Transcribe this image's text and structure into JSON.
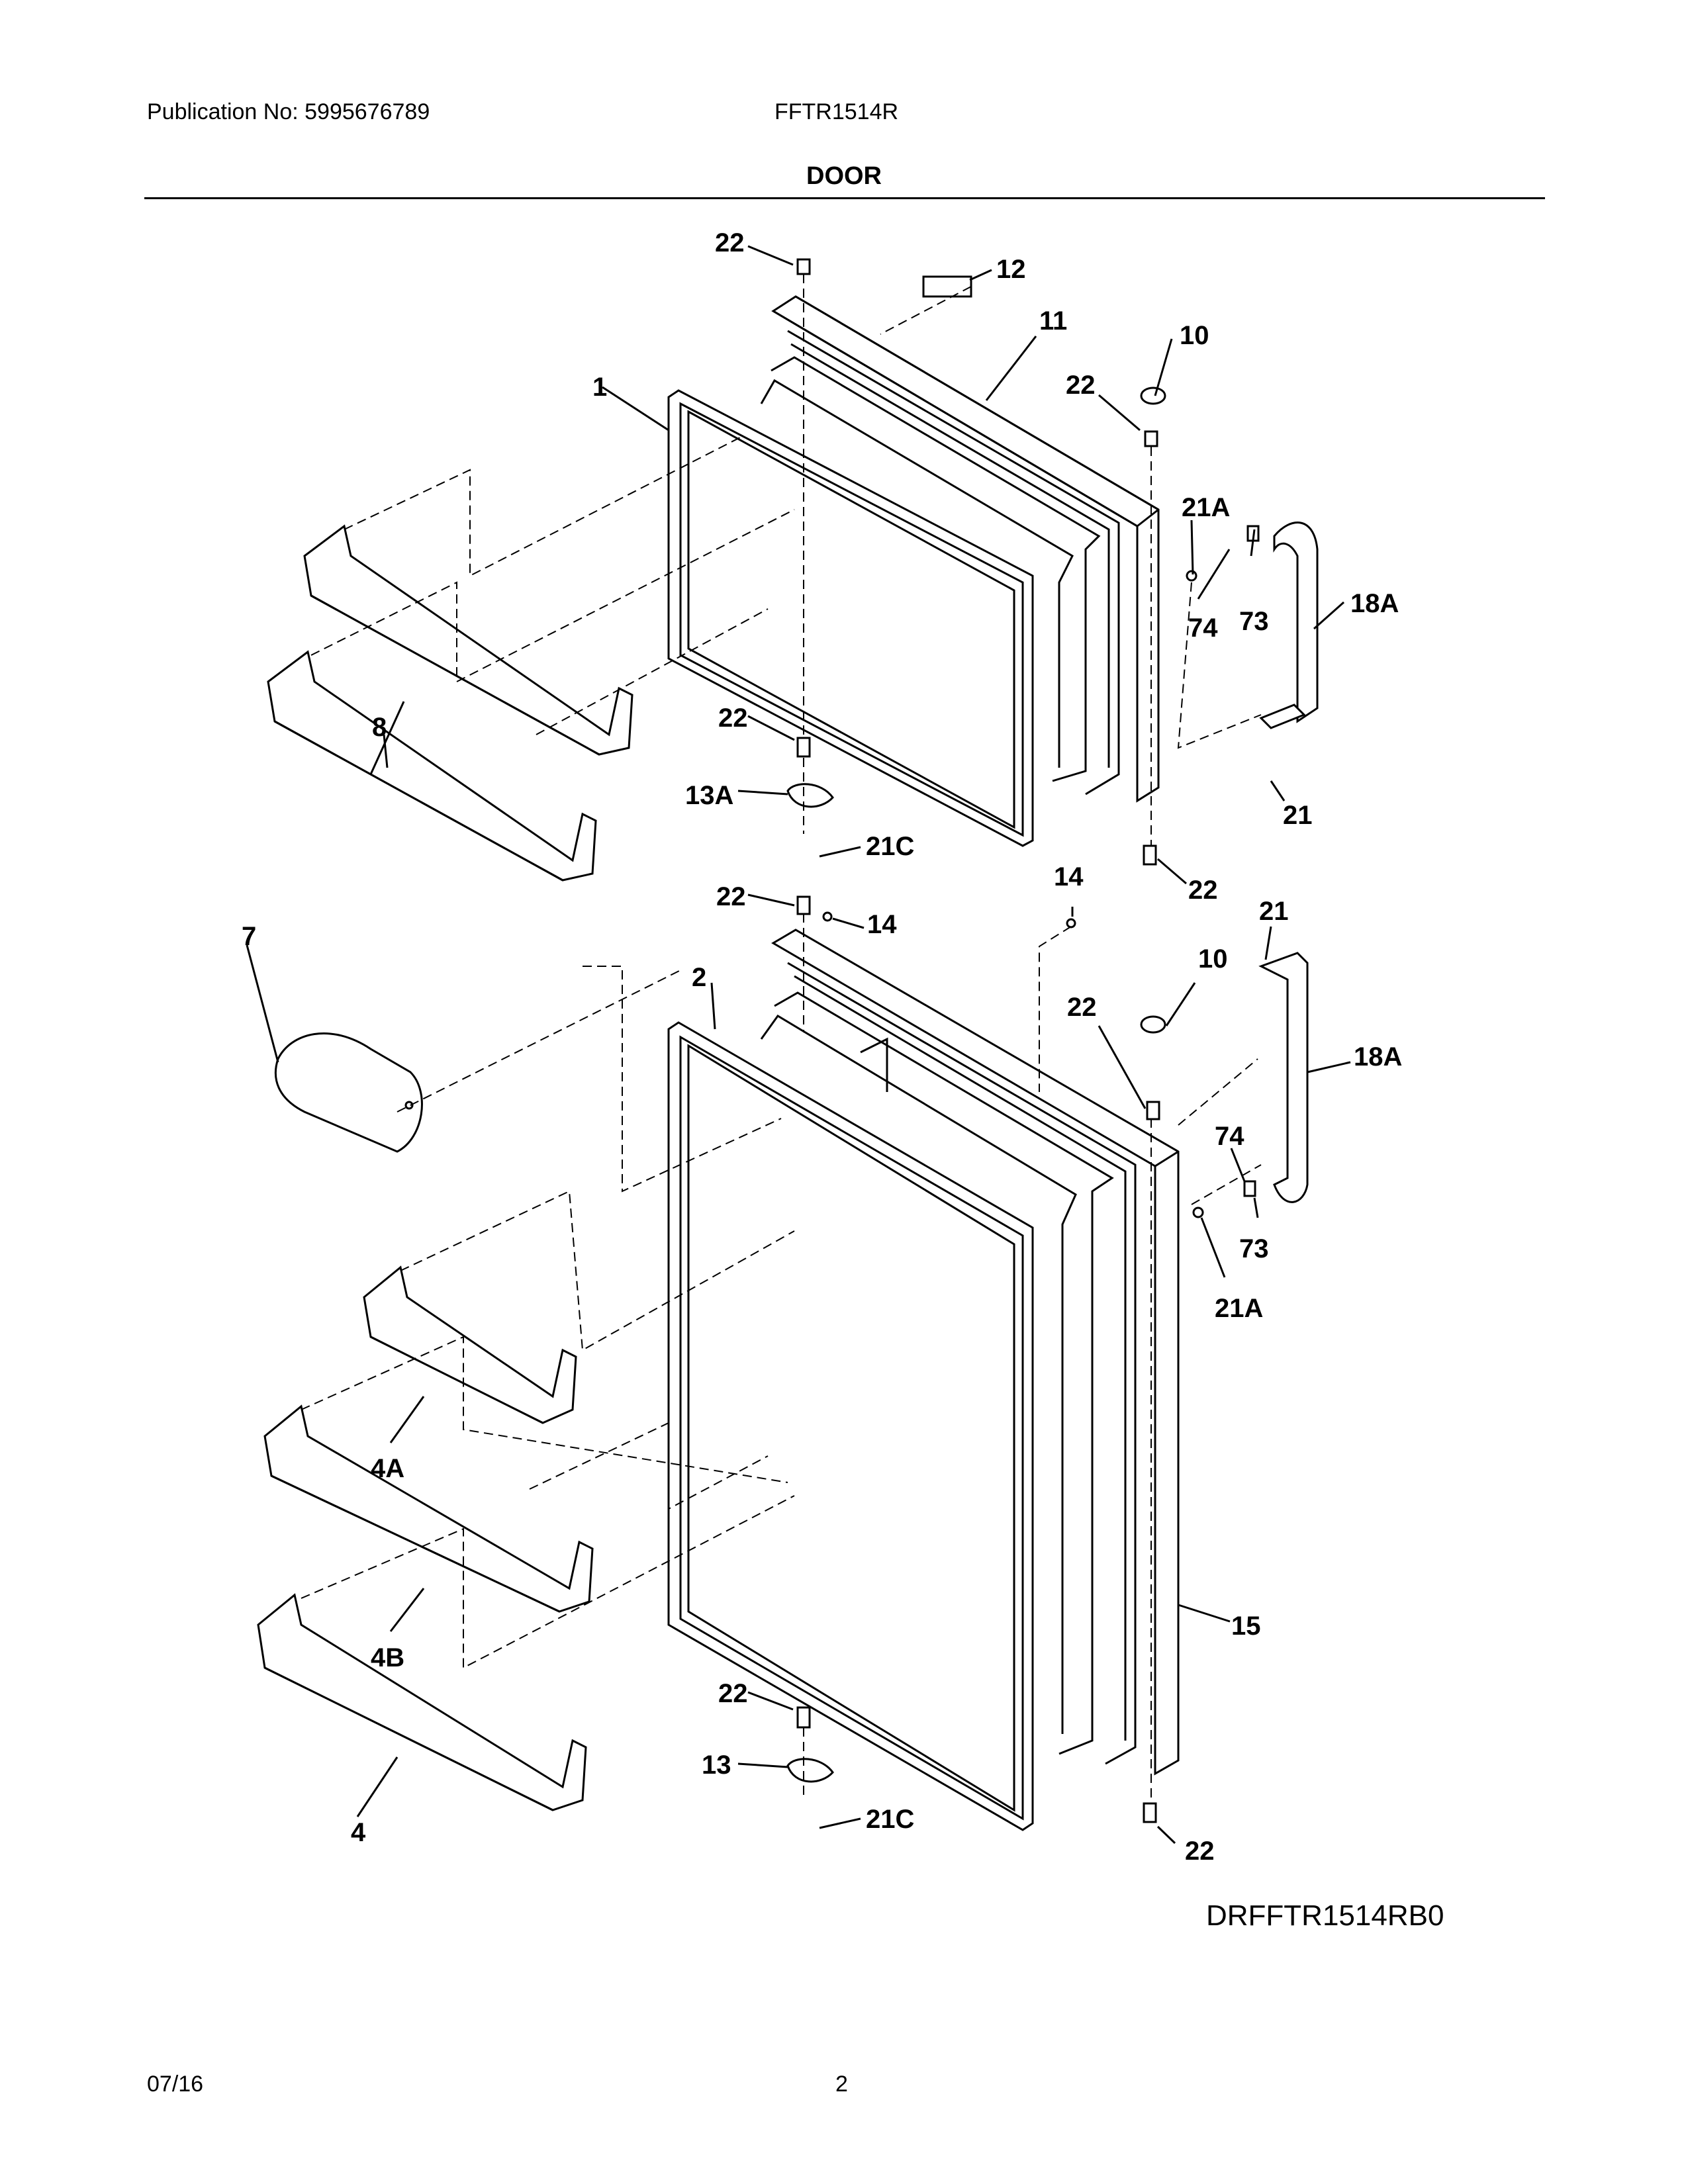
{
  "header": {
    "publication": "Publication No: 5995676789",
    "model": "FFTR1514R"
  },
  "title": "DOOR",
  "callouts": {
    "c22a": "22",
    "c12": "12",
    "c11": "11",
    "c10a": "10",
    "c22b": "22",
    "c1": "1",
    "c21a_1": "21A",
    "c74_1": "74",
    "c73_1": "73",
    "c18a_1": "18A",
    "c8": "8",
    "c22c": "22",
    "c13a": "13A",
    "c21c_1": "21C",
    "c21_1": "21",
    "c22d": "22",
    "c14a": "14",
    "c22e": "22",
    "c14b": "14",
    "c21_2": "21",
    "c7": "7",
    "c2": "2",
    "c10b": "10",
    "c22f": "22",
    "c18a_2": "18A",
    "c74_2": "74",
    "c73_2": "73",
    "c21a_2": "21A",
    "c4a": "4A",
    "c4b": "4B",
    "c15": "15",
    "c22g": "22",
    "c13": "13",
    "c21c_2": "21C",
    "c4": "4",
    "c22h": "22"
  },
  "diagram_code": "DRFFTR1514RB0",
  "footer": {
    "date": "07/16",
    "page": "2"
  }
}
